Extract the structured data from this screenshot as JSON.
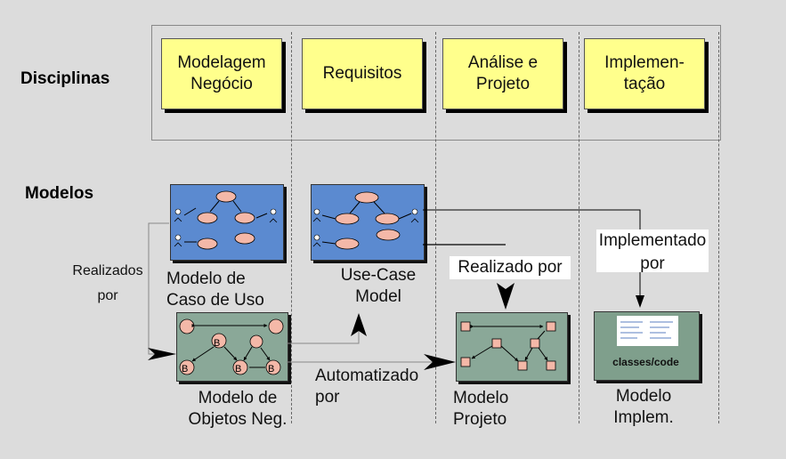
{
  "rows": {
    "disciplinas": "Disciplinas",
    "modelos": "Modelos"
  },
  "disciplines": [
    {
      "label": "Modelagem\nNegócio"
    },
    {
      "label": "Requisitos"
    },
    {
      "label": "Análise e\nProjeto"
    },
    {
      "label": "Implemen-\ntação"
    }
  ],
  "models": {
    "caso_de_uso": "Modelo de\nCaso de Uso",
    "use_case": "Use-Case\nModel",
    "objetos_neg": "Modelo de\nObjetos Neg.",
    "projeto": "Modelo\nProjeto",
    "implem": "Modelo\nImplem.",
    "classes_code": "classes/code"
  },
  "relations": {
    "realizados_por": "Realizados\npor",
    "automatizado_por": "Automatizado\npor",
    "realizado_por": "Realizado por",
    "implementado_por": "Implementado\npor"
  },
  "bo_letter": "B",
  "colors": {
    "discipline_fill": "#ffff8c",
    "blue_model": "#5b8ad0",
    "green_model": "#8aa898",
    "node": "#f4b8a8"
  }
}
